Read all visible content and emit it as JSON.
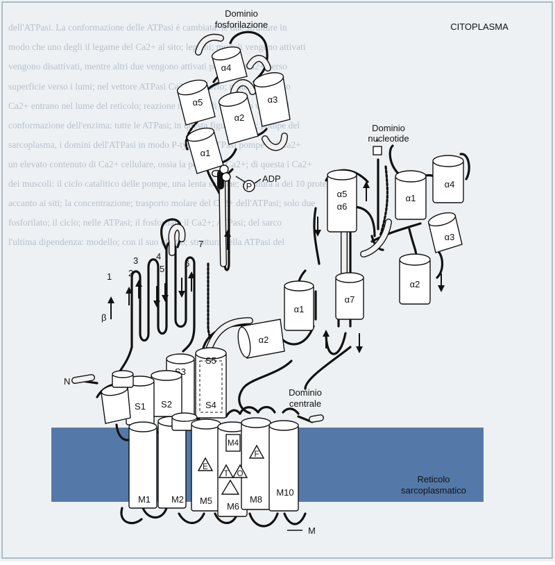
{
  "colors": {
    "page_bg": "#eef1f3",
    "frame": "#9aa9b8",
    "membrane": "#5479a8",
    "ink": "#111111",
    "background_text": "#b6c1cc"
  },
  "labels": {
    "citoplasma": "CITOPLASMA",
    "phos_domain_line1": "Dominio",
    "phos_domain_line2": "fosforilazione",
    "nuc_domain_line1": "Dominio",
    "nuc_domain_line2": "nucleotide",
    "central_domain_line1": "Dominio",
    "central_domain_line2": "centrale",
    "reticolo_line1": "Reticolo",
    "reticolo_line2": "sarcoplasmatico",
    "adp": "ADP",
    "phosphate": "P",
    "asterisk": "*",
    "n_terminus": "N",
    "m_label": "M",
    "beta": "β",
    "strand_numbers": [
      "1",
      "2",
      "3",
      "4",
      "5",
      "6",
      "7"
    ]
  },
  "helices": {
    "phos": {
      "a4": "α4",
      "a5": "α5",
      "a2": "α2",
      "a3": "α3",
      "a1": "α1"
    },
    "nuc_left": {
      "a5a6_line1": "α5",
      "a5a6_line2": "α6",
      "a7": "α7",
      "a1": "α1",
      "a2": "α2"
    },
    "nuc_right": {
      "a1": "α1",
      "a4": "α4",
      "a3": "α3",
      "a2": "α2"
    },
    "stalk": {
      "s1": "S1",
      "s2": "S2",
      "s3": "S3",
      "s4": "S4",
      "s5": "S5"
    },
    "membrane": {
      "m1": "M1",
      "m2": "M2",
      "m5": "M5",
      "m4": "M4",
      "m6": "M6",
      "m8": "M8",
      "m10": "M10"
    }
  },
  "site_letters": [
    "E",
    "T",
    "O",
    "F"
  ],
  "background_lines": [
    "dell'ATPasi. La conformazione delle ATPasi è cambiata: le due strutture in",
    "modo che uno degli il legame del Ca2+ al sito; legami; moduli vengono attivati",
    "vengono disattivati, mentre altri due vengono attivati per i due Ca2+ verso",
    "superficie verso i lumi; nel vettore ATPasi Ca2+ trasporto; mutazioni e loro",
    "Ca2+ entrano nel lume del reticolo; reazione nelle quali il fosfato viene e il",
    "conformazione dell'enzima: tutte le ATPasi; in questa figura; ciclo; pompe del",
    "sarcoplasma, i domini dell'ATPasi in modo P-type; le ATPasi pompe del Ca2+",
    "un elevato contenuto di Ca2+ cellulare, ossia la pompa di Ca2+; di questa i Ca2+",
    "dei muscoli: il ciclo catalitico delle pompe, una lenta sezione; struttura a dei 10 proteine",
    "accanto ai siti; la concentrazione; trasporto molare del Ca2+ dell'ATPasi; solo due",
    "fosforilato; il ciclo; nelle ATPasi; il fosforilato il Ca2+; ATPasi; del sarco",
    "l'ultima dipendenza: modello; con il suo effetto; struttura della ATPasi del"
  ]
}
